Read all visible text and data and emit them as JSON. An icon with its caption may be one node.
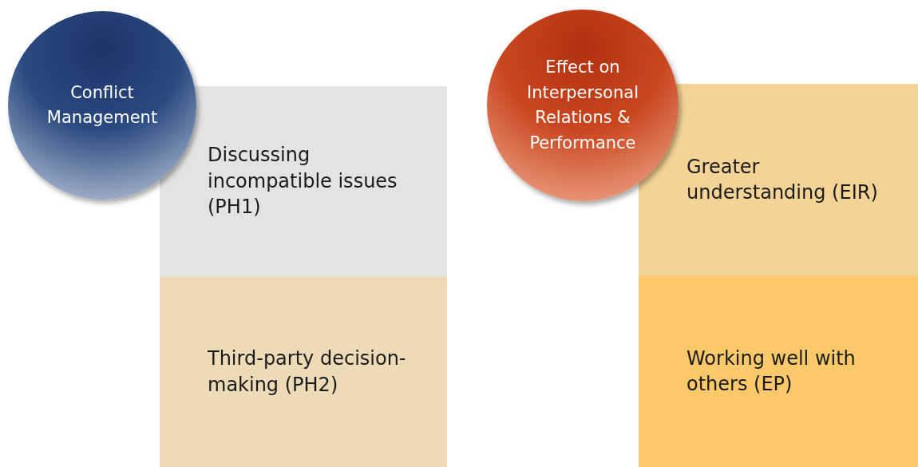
{
  "diagram": {
    "nodes": [
      {
        "text": [
          "Conflict Management"
        ]
      },
      {
        "text": [
          "Discussing incompatible issues (PH1)"
        ]
      },
      {
        "text": [
          "Third-party decision-making (PH2)"
        ]
      },
      {
        "text": [
          "Effect on Interpersonal Relations & Performance"
        ]
      },
      {
        "text": [
          "Greater understanding (EIR)"
        ]
      },
      {
        "text": [
          "Working well with others (EP)"
        ]
      }
    ]
  }
}
